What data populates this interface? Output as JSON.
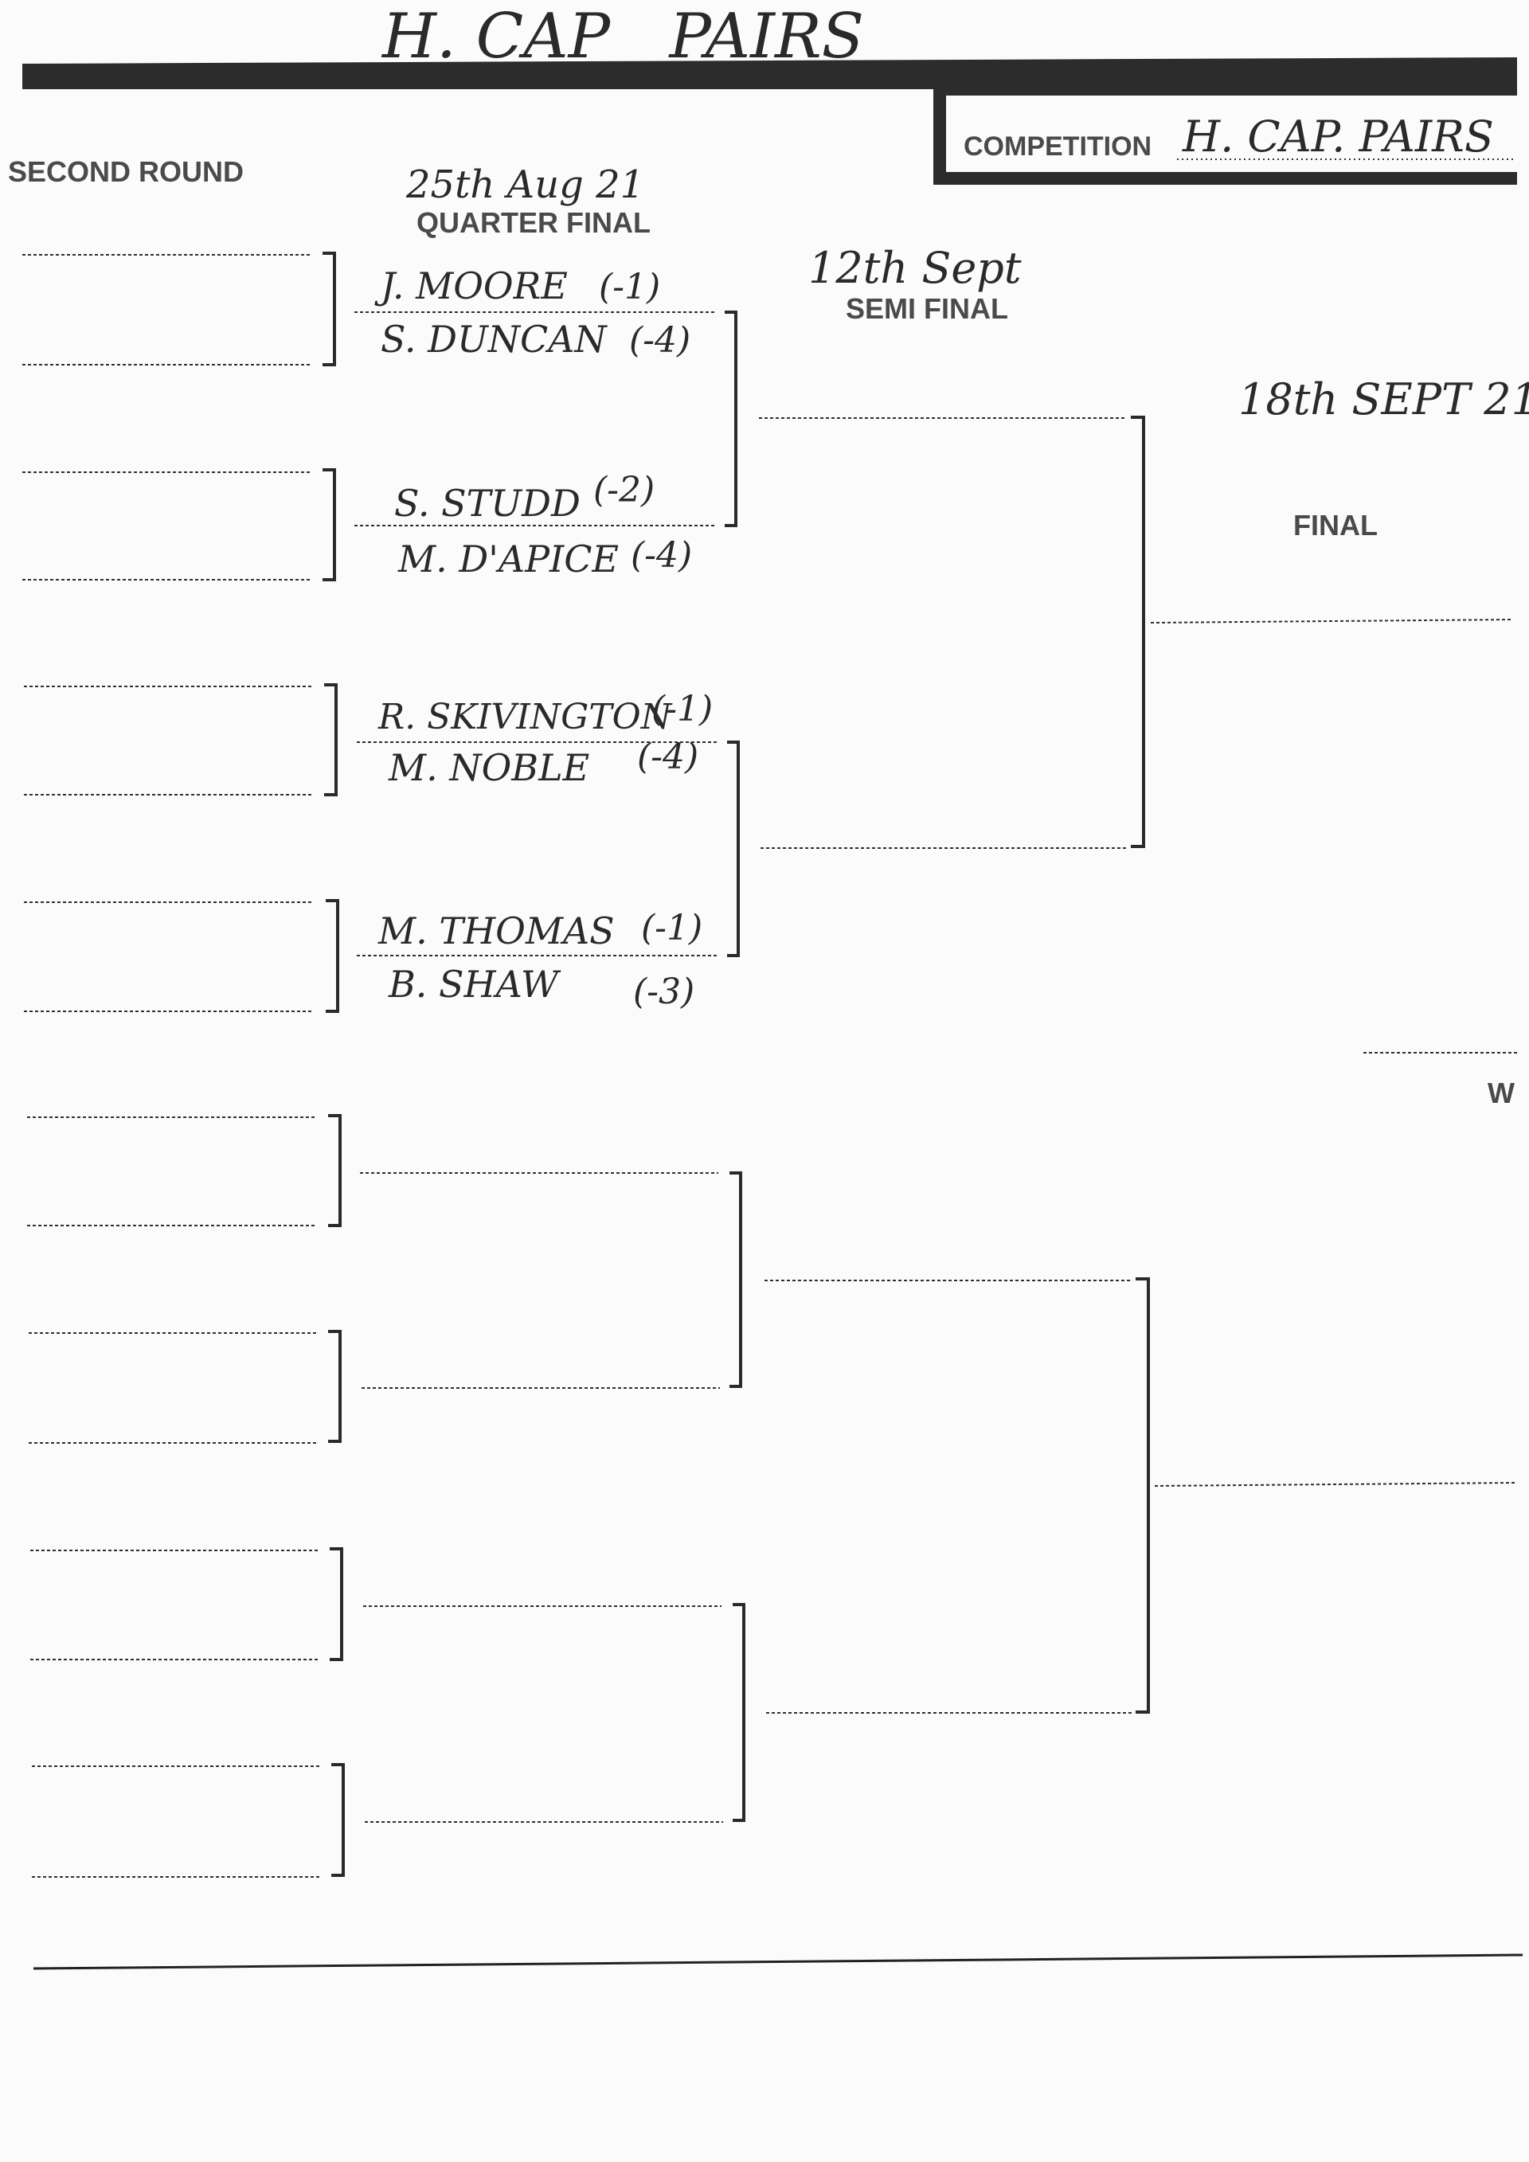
{
  "header": {
    "handwritten_title": "H. CAP   PAIRS",
    "competition_label": "COMPETITION",
    "competition_value": "H. CAP. PAIRS"
  },
  "rounds": {
    "second_round": {
      "label": "SECOND ROUND"
    },
    "quarter_final": {
      "label": "QUARTER FINAL",
      "date": "25th Aug 21"
    },
    "semi_final": {
      "label": "SEMI FINAL",
      "date": "12th Sept"
    },
    "final": {
      "label": "FINAL",
      "date": "18th SEPT 21."
    },
    "winner": {
      "label": "W"
    }
  },
  "quarter_final_entries": [
    {
      "name": "J. MOORE",
      "handicap": "(-1)"
    },
    {
      "name": "S. DUNCAN",
      "handicap": "(-4)"
    },
    {
      "name": "S. STUDD",
      "handicap": "(-2)"
    },
    {
      "name": "M. D'APICE",
      "handicap": "(-4)"
    },
    {
      "name": "R. SKIVINGTON",
      "handicap": "(-1)"
    },
    {
      "name": "M. NOBLE",
      "handicap": "(-4)"
    },
    {
      "name": "M. THOMAS",
      "handicap": "(-1)"
    },
    {
      "name": "B. SHAW",
      "handicap": "(-3)"
    }
  ]
}
